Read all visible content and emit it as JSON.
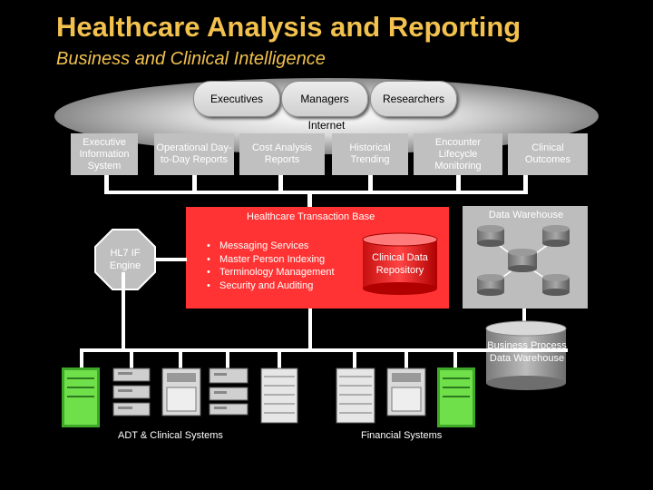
{
  "title": "Healthcare Analysis and Reporting",
  "subtitle": "Business and Clinical Intelligence",
  "users": [
    "Executives",
    "Managers",
    "Researchers"
  ],
  "internet_label": "Internet",
  "apps": [
    "Executive Information System",
    "Operational Day-to-Day Reports",
    "Cost Analysis Reports",
    "Historical Trending",
    "Encounter Lifecycle Monitoring",
    "Clinical Outcomes"
  ],
  "transaction_base": {
    "title": "Healthcare Transaction Base",
    "bullet": "•",
    "services": [
      "Messaging Services",
      "Master Person Indexing",
      "Terminology Management",
      "Security and Auditing"
    ],
    "repository": "Clinical Data Repository"
  },
  "hl7": "HL7 IF Engine",
  "data_warehouse": "Data Warehouse",
  "business_dw": "Business Process Data Warehouse",
  "systems": [
    "ADT & Clinical Systems",
    "Financial Systems"
  ],
  "colors": {
    "title": "#f2c14e",
    "transaction_base": "#ff3333",
    "app_box": "#c0c0c0",
    "hl7": "#bfbfbf",
    "server_green": "#66dd44"
  }
}
